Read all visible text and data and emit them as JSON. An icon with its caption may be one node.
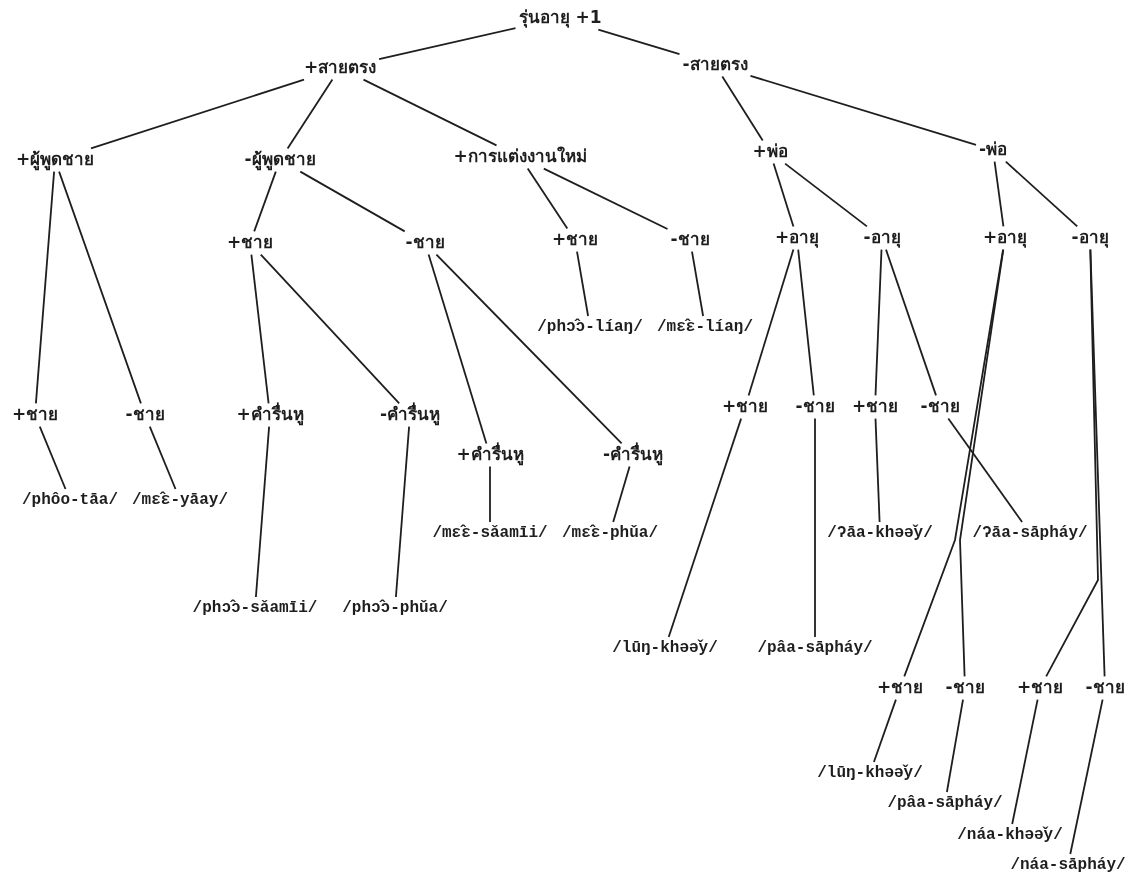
{
  "diagram": {
    "nodes": [
      {
        "text": [
          "รุ่นอายุ +1"
        ]
      },
      {
        "text": [
          "+สายตรง"
        ]
      },
      {
        "text": [
          "-สายตรง"
        ]
      },
      {
        "text": [
          "+ผู้พูดชาย"
        ]
      },
      {
        "text": [
          "-ผู้พูดชาย"
        ]
      },
      {
        "text": [
          "+การแต่งงานใหม่"
        ]
      },
      {
        "text": [
          "+พ่อ"
        ]
      },
      {
        "text": [
          "-พ่อ"
        ]
      },
      {
        "text": [
          "+ชาย"
        ]
      },
      {
        "text": [
          "-ชาย"
        ]
      },
      {
        "text": [
          "+ชาย"
        ]
      },
      {
        "text": [
          "-ชาย"
        ]
      },
      {
        "text": [
          "+อายุ"
        ]
      },
      {
        "text": [
          "-อายุ"
        ]
      },
      {
        "text": [
          "+อายุ"
        ]
      },
      {
        "text": [
          "-อายุ"
        ]
      },
      {
        "text": [
          "/phɔ̂ɔ-líaŋ/"
        ]
      },
      {
        "text": [
          "/mɛ̂ɛ-líaŋ/"
        ]
      },
      {
        "text": [
          "+ชาย"
        ]
      },
      {
        "text": [
          "-ชาย"
        ]
      },
      {
        "text": [
          "+คำรื่นหู"
        ]
      },
      {
        "text": [
          "-คำรื่นหู"
        ]
      },
      {
        "text": [
          "+ชาย"
        ]
      },
      {
        "text": [
          "-ชาย"
        ]
      },
      {
        "text": [
          "+ชาย"
        ]
      },
      {
        "text": [
          "-ชาย"
        ]
      },
      {
        "text": [
          "+คำรื่นหู"
        ]
      },
      {
        "text": [
          "-คำรื่นหู"
        ]
      },
      {
        "text": [
          "/phôo-tāa/"
        ]
      },
      {
        "text": [
          "/mɛ̂ɛ-yāay/"
        ]
      },
      {
        "text": [
          "/mɛ̂ɛ-sǎamīi/"
        ]
      },
      {
        "text": [
          "/mɛ̂ɛ-phǔa/"
        ]
      },
      {
        "text": [
          "/ʔāa-khəə̌y/"
        ]
      },
      {
        "text": [
          "/ʔāa-sāpháy/"
        ]
      },
      {
        "text": [
          "/phɔ̂ɔ-sǎamīi/"
        ]
      },
      {
        "text": [
          "/phɔ̂ɔ-phǔa/"
        ]
      },
      {
        "text": [
          "/lūŋ-khəə̌y/"
        ]
      },
      {
        "text": [
          "/pâa-sāpháy/"
        ]
      },
      {
        "text": [
          "+ชาย"
        ]
      },
      {
        "text": [
          "-ชาย"
        ]
      },
      {
        "text": [
          "+ชาย"
        ]
      },
      {
        "text": [
          "-ชาย"
        ]
      },
      {
        "text": [
          "/lūŋ-khəə̌y/"
        ]
      },
      {
        "text": [
          "/pâa-sāpháy/"
        ]
      },
      {
        "text": [
          "/náa-khəə̌y/"
        ]
      },
      {
        "text": [
          "/náa-sāpháy/"
        ]
      }
    ],
    "edges": [
      {
        "from": 0,
        "to": 1,
        "arrow": "none"
      },
      {
        "from": 0,
        "to": 2,
        "arrow": "none"
      },
      {
        "from": 1,
        "to": 3,
        "arrow": "none"
      },
      {
        "from": 1,
        "to": 4,
        "arrow": "none"
      },
      {
        "from": 1,
        "to": 5,
        "arrow": "none"
      },
      {
        "from": 2,
        "to": 6,
        "arrow": "none"
      },
      {
        "from": 2,
        "to": 7,
        "arrow": "none"
      },
      {
        "from": 3,
        "to": 18,
        "arrow": "none"
      },
      {
        "from": 3,
        "to": 19,
        "arrow": "none"
      },
      {
        "from": 4,
        "to": 8,
        "arrow": "none"
      },
      {
        "from": 4,
        "to": 9,
        "arrow": "none"
      },
      {
        "from": 5,
        "to": 10,
        "arrow": "none"
      },
      {
        "from": 5,
        "to": 11,
        "arrow": "none"
      },
      {
        "from": 6,
        "to": 12,
        "arrow": "none"
      },
      {
        "from": 6,
        "to": 13,
        "arrow": "none"
      },
      {
        "from": 7,
        "to": 14,
        "arrow": "none"
      },
      {
        "from": 7,
        "to": 15,
        "arrow": "none"
      },
      {
        "from": 8,
        "to": 20,
        "arrow": "none"
      },
      {
        "from": 8,
        "to": 21,
        "arrow": "none"
      },
      {
        "from": 9,
        "to": 26,
        "arrow": "none"
      },
      {
        "from": 9,
        "to": 27,
        "arrow": "none"
      },
      {
        "from": 10,
        "to": 16,
        "arrow": "none"
      },
      {
        "from": 11,
        "to": 17,
        "arrow": "none"
      },
      {
        "from": 12,
        "to": 22,
        "arrow": "none"
      },
      {
        "from": 12,
        "to": 23,
        "arrow": "none"
      },
      {
        "from": 13,
        "to": 24,
        "arrow": "none"
      },
      {
        "from": 13,
        "to": 25,
        "arrow": "none"
      },
      {
        "from": 14,
        "to": 38,
        "arrow": "none"
      },
      {
        "from": 14,
        "to": 39,
        "arrow": "none"
      },
      {
        "from": 15,
        "to": 40,
        "arrow": "none"
      },
      {
        "from": 15,
        "to": 41,
        "arrow": "none"
      },
      {
        "from": 18,
        "to": 28,
        "arrow": "none"
      },
      {
        "from": 19,
        "to": 29,
        "arrow": "none"
      },
      {
        "from": 20,
        "to": 34,
        "arrow": "none"
      },
      {
        "from": 21,
        "to": 35,
        "arrow": "none"
      },
      {
        "from": 26,
        "to": 30,
        "arrow": "none"
      },
      {
        "from": 27,
        "to": 31,
        "arrow": "none"
      },
      {
        "from": 22,
        "to": 36,
        "arrow": "none"
      },
      {
        "from": 23,
        "to": 37,
        "arrow": "none"
      },
      {
        "from": 24,
        "to": 32,
        "arrow": "none"
      },
      {
        "from": 25,
        "to": 33,
        "arrow": "none"
      },
      {
        "from": 38,
        "to": 42,
        "arrow": "none"
      },
      {
        "from": 39,
        "to": 43,
        "arrow": "none"
      },
      {
        "from": 40,
        "to": 44,
        "arrow": "none"
      },
      {
        "from": 41,
        "to": 45,
        "arrow": "none"
      }
    ]
  }
}
